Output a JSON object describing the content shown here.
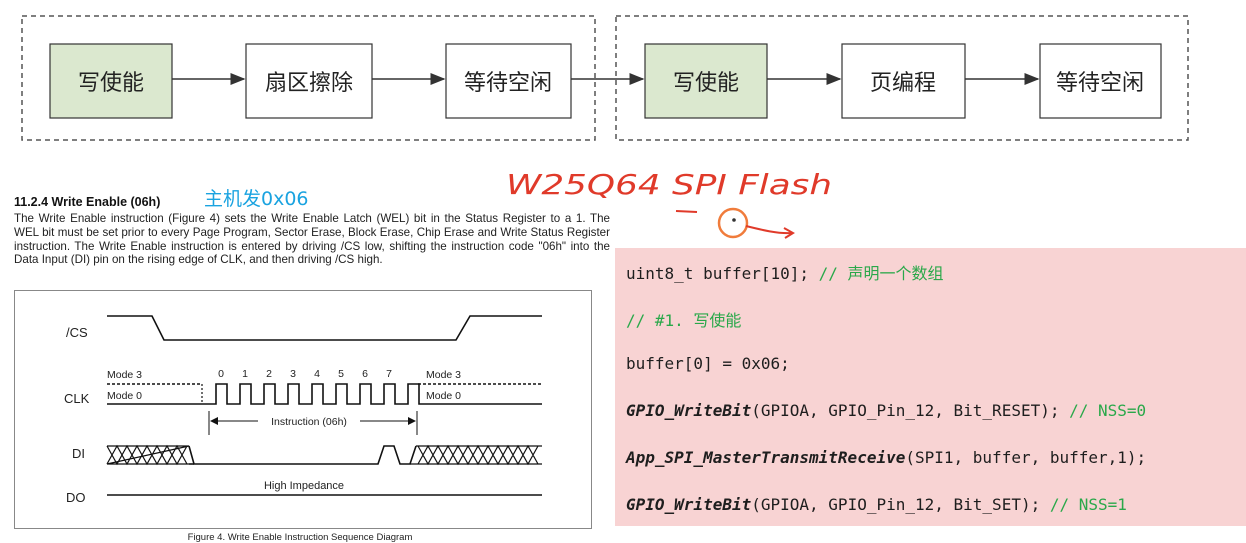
{
  "flow": {
    "groups": [
      {
        "steps": [
          "写使能",
          "扇区擦除",
          "等待空闲"
        ]
      },
      {
        "steps": [
          "写使能",
          "页编程",
          "等待空闲"
        ]
      }
    ],
    "colors": {
      "highlight_fill": "#dbe8cf",
      "box_border": "#333333",
      "group_border": "#555555"
    }
  },
  "annotation": {
    "handwritten": "W25Q64 SPI Flash",
    "handwriting_color": "#e03a2a",
    "marker_color": "#f07c3c"
  },
  "datasheet": {
    "heading": "11.2.4  Write Enable (06h)",
    "note": "主机发0x06",
    "note_color": "#1aa3e0",
    "paragraph": "The Write Enable instruction (Figure 4) sets the Write Enable Latch (WEL) bit in the Status Register to a 1. The WEL bit must be set prior to every Page Program, Sector Erase, Block Erase, Chip Erase and Write Status Register instruction. The Write Enable instruction is entered by driving /CS low, shifting the instruction code \"06h\" into the Data Input (DI) pin on the rising edge of CLK, and then driving /CS high.",
    "caption": "Figure 4. Write Enable Instruction Sequence Diagram",
    "timing": {
      "signals": [
        "/CS",
        "CLK",
        "DI",
        "DO"
      ],
      "mode3": "Mode 3",
      "mode0": "Mode 0",
      "clock_numbers": [
        "0",
        "1",
        "2",
        "3",
        "4",
        "5",
        "6",
        "7"
      ],
      "instruction_label": "Instruction (06h)",
      "do_label": "High Impedance"
    }
  },
  "code": {
    "background": "#f8d3d3",
    "comment_color": "#2aa84a",
    "lines": [
      {
        "pre": "uint8_t buffer[10]; ",
        "fn": "",
        "args": "",
        "comment": "// 声明一个数组"
      },
      {
        "pre": "",
        "fn": "",
        "args": "",
        "comment": "// #1. 写使能"
      },
      {
        "pre": "buffer[0] = 0x06;",
        "fn": "",
        "args": "",
        "comment": ""
      },
      {
        "pre": "",
        "fn": "GPIO_WriteBit",
        "args": "(GPIOA, GPIO_Pin_12, Bit_RESET); ",
        "comment": "// NSS=0"
      },
      {
        "pre": "",
        "fn": "App_SPI_MasterTransmitReceive",
        "args": "(SPI1, buffer, buffer,1);",
        "comment": ""
      },
      {
        "pre": "",
        "fn": "GPIO_WriteBit",
        "args": "(GPIOA, GPIO_Pin_12, Bit_SET); ",
        "comment": "// NSS=1"
      }
    ]
  }
}
